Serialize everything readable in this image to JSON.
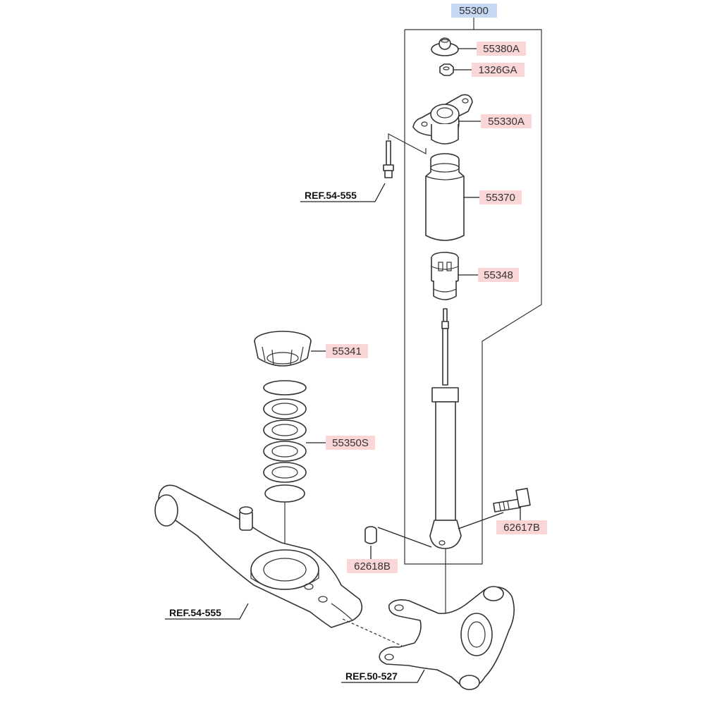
{
  "colors": {
    "label_box": "#fbd6d6",
    "parent_box": "#c6d8f3",
    "line": "#333333"
  },
  "assembly": {
    "number": "55300"
  },
  "parts": [
    {
      "id": "p1",
      "number": "55380A"
    },
    {
      "id": "p2",
      "number": "1326GA"
    },
    {
      "id": "p3",
      "number": "55330A"
    },
    {
      "id": "p4",
      "number": "55370"
    },
    {
      "id": "p5",
      "number": "55348"
    },
    {
      "id": "p6",
      "number": "55341"
    },
    {
      "id": "p7",
      "number": "55350S"
    },
    {
      "id": "p8",
      "number": "62617B"
    },
    {
      "id": "p9",
      "number": "62618B"
    }
  ],
  "references": [
    {
      "id": "r1",
      "text": "REF.54-555"
    },
    {
      "id": "r2",
      "text": "REF.54-555"
    },
    {
      "id": "r3",
      "text": "REF.50-527"
    }
  ]
}
